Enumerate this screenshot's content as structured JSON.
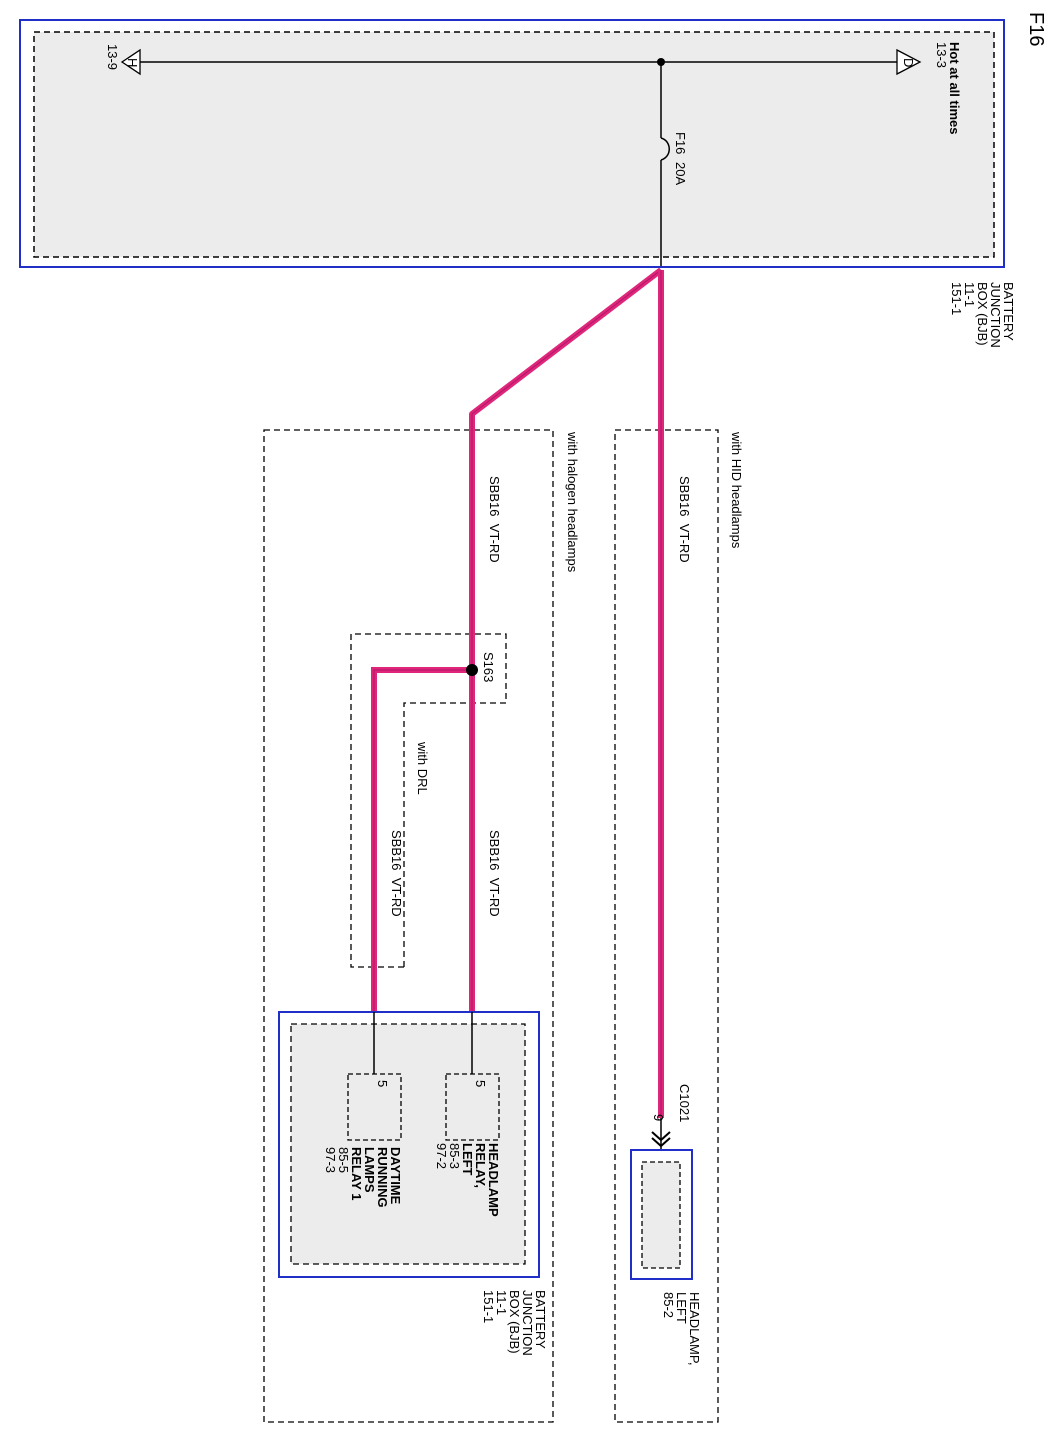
{
  "page_id": "F16",
  "colors": {
    "wire": "#e0267a",
    "wire_core": "#b0176a",
    "module_border": "#1f2fc8",
    "module_fill": "#ececec",
    "line": "#000000"
  },
  "bjb_top": {
    "name_lines": [
      "BATTERY",
      "JUNCTION",
      "BOX (BJB)",
      "11-1",
      "151-1"
    ],
    "ref_left": "13-9",
    "ref_right": "13-3",
    "ref_left_icon": "H",
    "ref_right_icon": "D",
    "hot_note": "Hot at all times",
    "fuse_name": "F16",
    "fuse_rating": "20A"
  },
  "groups": {
    "halogen": "with halogen headlamps",
    "hid": "with HID headlamps",
    "drl": "with DRL"
  },
  "wires": {
    "w1": "SBB16  VT-RD",
    "w2": "SBB16  VT-RD",
    "w3": "SBB16  VT-RD",
    "w4": "SBB16  VT-RD"
  },
  "splice": "S163",
  "bjb_bottom": {
    "name_lines": [
      "BATTERY",
      "JUNCTION",
      "BOX (BJB)",
      "11-1",
      "151-1"
    ],
    "relay1": {
      "pin": "5",
      "name_lines": [
        "HEADLAMP",
        "RELAY,",
        "LEFT",
        "85-3",
        "97-2"
      ]
    },
    "relay2": {
      "pin": "5",
      "name_lines": [
        "DAYTIME",
        "RUNNING",
        "LAMPS",
        "RELAY 1",
        "85-5",
        "97-3"
      ]
    }
  },
  "connector": {
    "name": "C1021",
    "pin": "9"
  },
  "headlamp": {
    "name_lines": [
      "HEADLAMP,",
      "LEFT",
      "85-2"
    ]
  }
}
